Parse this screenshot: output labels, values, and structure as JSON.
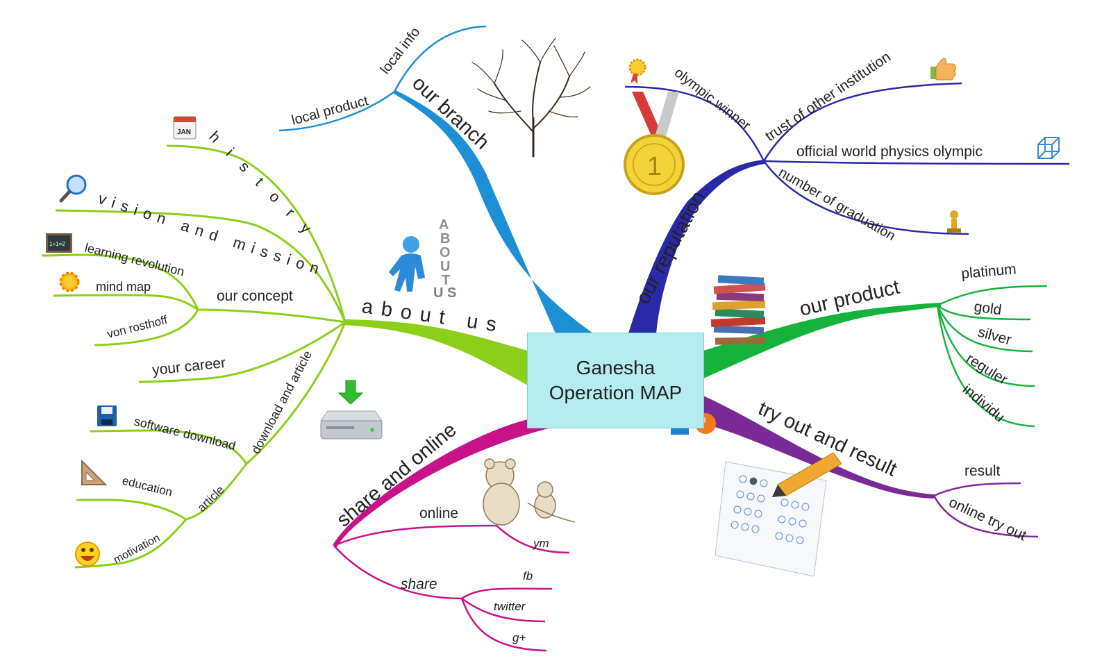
{
  "central": {
    "line1": "Ganesha",
    "line2": "Operation MAP"
  },
  "colors": {
    "about_us": "#8ccf1a",
    "our_branch": "#1c8fd6",
    "our_reputation": "#2a2aa8",
    "our_product": "#16b33c",
    "try_out": "#7a2a96",
    "share_online": "#c8128a",
    "central_fill": "#b5ecef"
  },
  "branches": {
    "about_us": {
      "label": "about us",
      "history": "history",
      "vision": "vision and mission",
      "concept": {
        "label": "our concept",
        "children": [
          "learning revolution",
          "mind map",
          "von rosthoff"
        ]
      },
      "career": "your career",
      "download": {
        "label": "download and article",
        "software": "software download",
        "article": {
          "label": "article",
          "children": [
            "education",
            "motivation"
          ]
        }
      }
    },
    "our_branch": {
      "label": "our branch",
      "local_product": "local product",
      "local_info": "local info"
    },
    "our_reputation": {
      "label": "our reputation",
      "children": [
        "olympic winner",
        "trust of other institution",
        "official world physics olympic",
        "number of graduation"
      ]
    },
    "our_product": {
      "label": "our product",
      "children": [
        "platinum",
        "gold",
        "silver",
        "reguler",
        "individu"
      ]
    },
    "try_out": {
      "label": "try out and result",
      "children": [
        "result",
        "online try out"
      ]
    },
    "share_online": {
      "label": "share and online",
      "online": {
        "label": "online",
        "children": [
          "ym"
        ]
      },
      "share": {
        "label": "share",
        "children": [
          "fb",
          "twitter",
          "g+"
        ]
      }
    }
  },
  "icons": {
    "calendar": {
      "name": "calendar-icon",
      "text": "JAN"
    },
    "chalkboard": {
      "name": "chalkboard-icon",
      "text": "1+1=2"
    },
    "medal": {
      "name": "gold-medal-icon",
      "text": "1"
    },
    "about_letters": [
      "A",
      "B",
      "O",
      "U",
      "T",
      "U",
      "S"
    ]
  }
}
